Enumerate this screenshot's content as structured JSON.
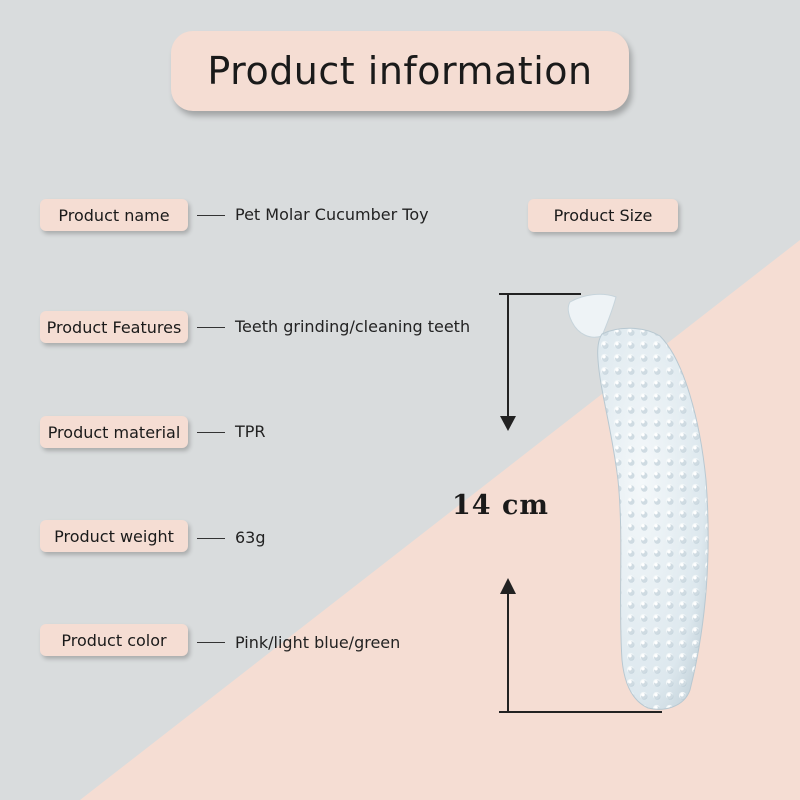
{
  "header": {
    "title": "Product information"
  },
  "specs": [
    {
      "label": "Product name",
      "value": "Pet Molar Cucumber Toy"
    },
    {
      "label": "Product Features",
      "value": "Teeth grinding/cleaning teeth"
    },
    {
      "label": "Product material",
      "value": "TPR"
    },
    {
      "label": "Product weight",
      "value": "63g"
    },
    {
      "label": "Product color",
      "value": "Pink/light blue/green"
    }
  ],
  "size": {
    "label": "Product Size",
    "dimension": "14 cm"
  },
  "colors": {
    "background": "#d9dcdd",
    "accent_pink": "#f5ddd3",
    "toy_blue": "#dde8ee"
  },
  "image": {
    "subject": "toy-icon"
  }
}
